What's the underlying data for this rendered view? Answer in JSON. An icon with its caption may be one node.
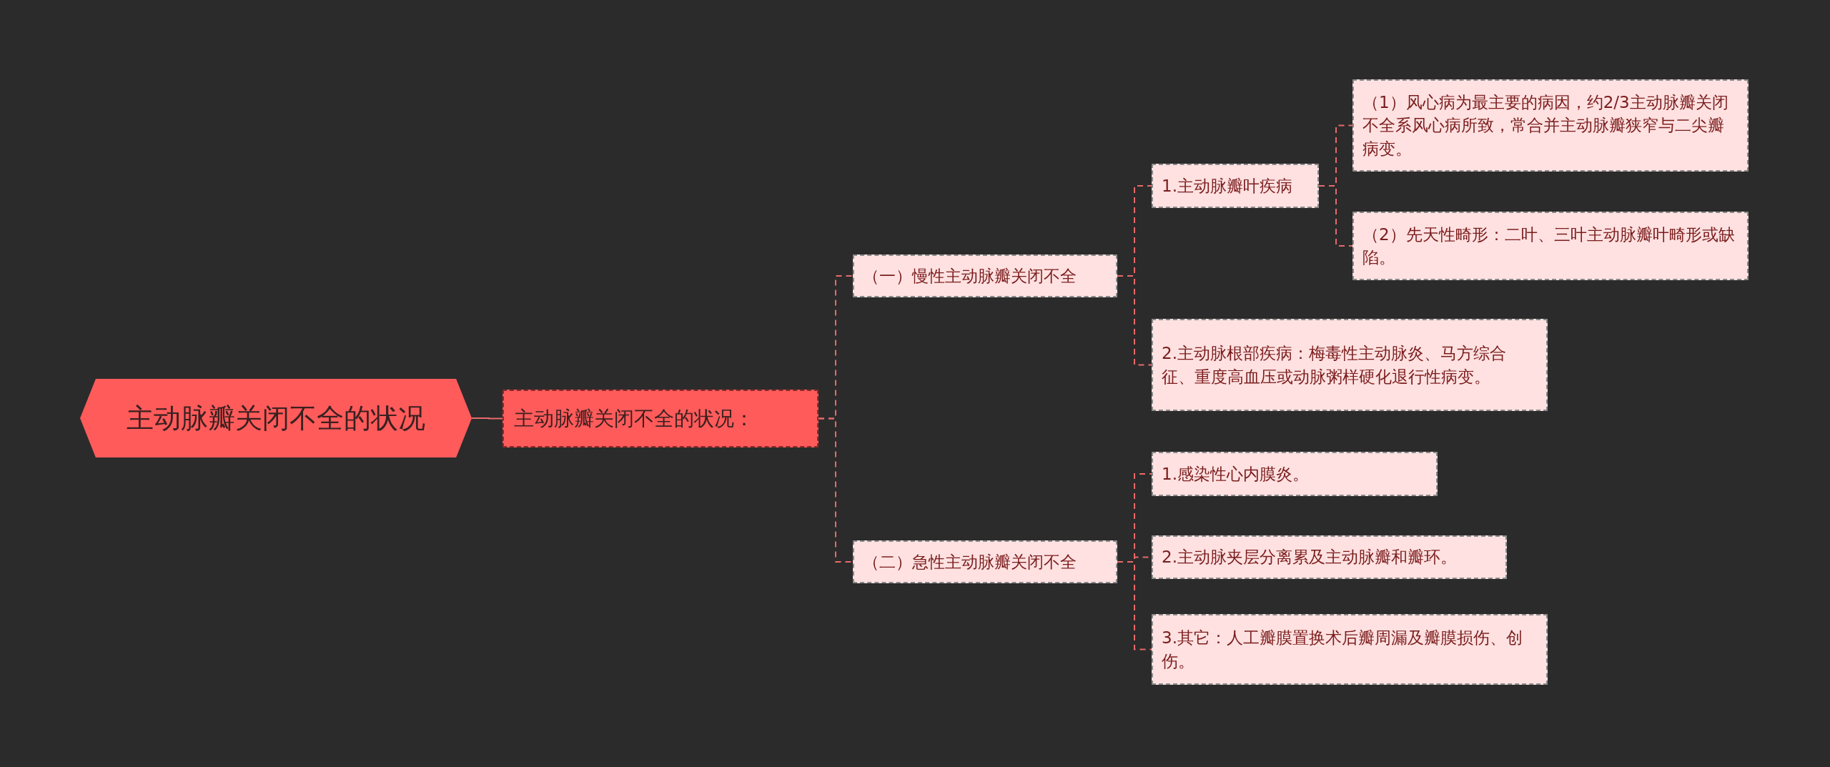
{
  "diagram": {
    "nodes": [
      {
        "text": [
          "主动脉瓣关闭不全的状况"
        ]
      },
      {
        "text": [
          "主动脉瓣关闭不全的状况："
        ]
      },
      {
        "text": [
          "（一）慢性主动脉瓣关闭不全"
        ]
      },
      {
        "text": [
          "1.主动脉瓣叶疾病"
        ]
      },
      {
        "text": [
          "（1）风心病为最主要的病因，约2/3主动脉瓣关闭不全系风心病所致，常合并主动脉瓣狭窄与二尖瓣病变。"
        ]
      },
      {
        "text": [
          "（2）先天性畸形：二叶、三叶主动脉瓣叶畸形或缺陷。"
        ]
      },
      {
        "text": [
          "2.主动脉根部疾病：梅毒性主动脉炎、马方综合征、重度高血压或动脉粥样硬化退行性病变。"
        ]
      },
      {
        "text": [
          "（二）急性主动脉瓣关闭不全"
        ]
      },
      {
        "text": [
          "1.感染性心内膜炎。"
        ]
      },
      {
        "text": [
          "2.主动脉夹层分离累及主动脉瓣和瓣环。"
        ]
      },
      {
        "text": [
          "3.其它：人工瓣膜置换术后瓣周漏及瓣膜损伤、创伤。"
        ]
      }
    ],
    "edges": [
      {
        "from": 0,
        "to": 1,
        "arrow": "none"
      },
      {
        "from": 1,
        "to": 2,
        "arrow": "none",
        "style": "dashed"
      },
      {
        "from": 1,
        "to": 7,
        "arrow": "none",
        "style": "dashed"
      },
      {
        "from": 2,
        "to": 3,
        "arrow": "none",
        "style": "dashed"
      },
      {
        "from": 2,
        "to": 6,
        "arrow": "none",
        "style": "dashed"
      },
      {
        "from": 3,
        "to": 4,
        "arrow": "none",
        "style": "dashed"
      },
      {
        "from": 3,
        "to": 5,
        "arrow": "none",
        "style": "dashed"
      },
      {
        "from": 7,
        "to": 8,
        "arrow": "none",
        "style": "dashed"
      },
      {
        "from": 7,
        "to": 9,
        "arrow": "none",
        "style": "dashed"
      },
      {
        "from": 7,
        "to": 10,
        "arrow": "none",
        "style": "dashed"
      }
    ]
  }
}
